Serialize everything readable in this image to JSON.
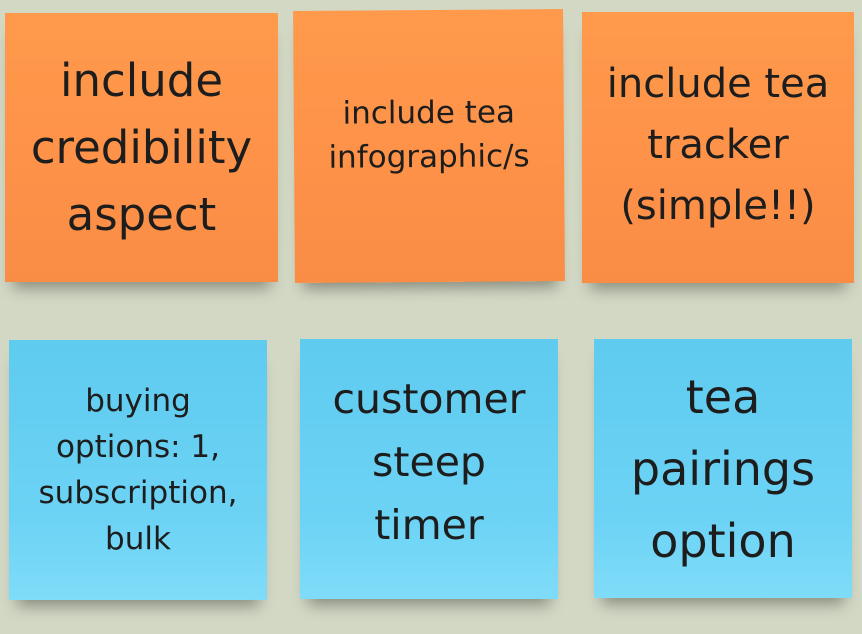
{
  "board": {
    "notes": [
      {
        "text": "include\ncredibility\naspect",
        "color": "#fd9148"
      },
      {
        "text": "include tea\ninfographic/s",
        "color": "#fd9148"
      },
      {
        "text": "include tea\ntracker\n(simple!!)",
        "color": "#fd9148"
      },
      {
        "text": "buying\noptions: 1,\nsubscription,\nbulk",
        "color": "#6dd3f5"
      },
      {
        "text": "customer\nsteep\ntimer",
        "color": "#6dd3f5"
      },
      {
        "text": "tea\npairings\noption",
        "color": "#6dd3f5"
      }
    ]
  }
}
